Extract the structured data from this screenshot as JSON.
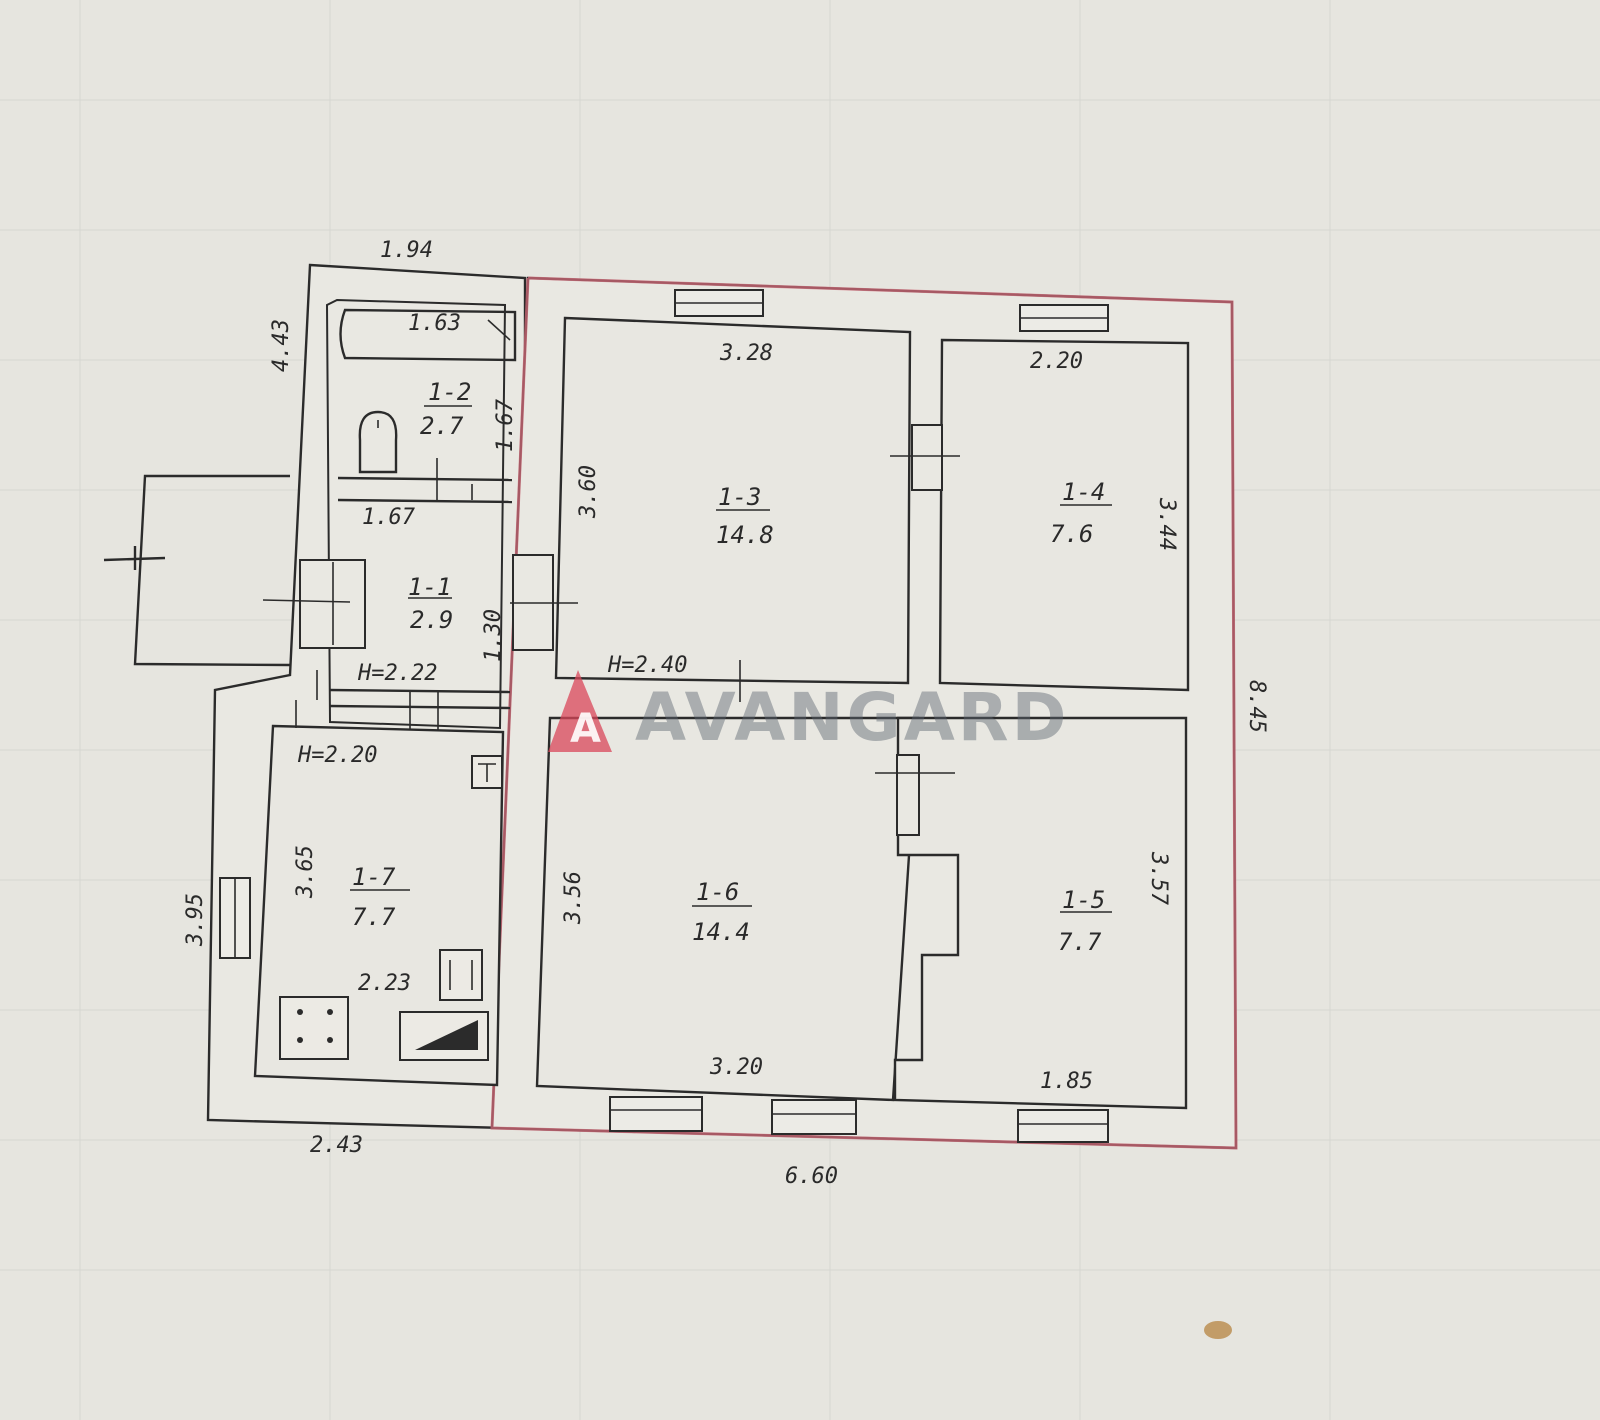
{
  "watermark": {
    "text": "AVANGARD",
    "logo_letter": "A",
    "logo_color": "#d9475a"
  },
  "rooms": [
    {
      "id": "1-1",
      "area": "2.9"
    },
    {
      "id": "1-2",
      "area": "2.7"
    },
    {
      "id": "1-3",
      "area": "14.8"
    },
    {
      "id": "1-4",
      "area": "7.6"
    },
    {
      "id": "1-5",
      "area": "7.7"
    },
    {
      "id": "1-6",
      "area": "14.4"
    },
    {
      "id": "1-7",
      "area": "7.7"
    }
  ],
  "dimensions": {
    "top_annex": "1.94",
    "left_annex": "4.43",
    "bath": "1.63",
    "wc_height": "1.67",
    "wc_width": "1.67",
    "hall_height": "1.30",
    "h_hall": "H=2.22",
    "h_kitchen": "H=2.20",
    "h_main": "H=2.40",
    "r13_width": "3.28",
    "r13_height": "3.60",
    "r14_width": "2.20",
    "r14_height": "3.44",
    "r16_height": "3.56",
    "r16_width": "3.20",
    "r15_height": "3.57",
    "r15_width": "1.85",
    "kitchen_height": "3.65",
    "kitchen_width": "2.23",
    "annex_left_height": "3.95",
    "annex_bottom": "2.43",
    "main_bottom": "6.60",
    "main_right": "8.45"
  },
  "colors": {
    "outline_red": "#d26a78",
    "ink": "#2b2b2b",
    "paper": "#e6e5df"
  }
}
